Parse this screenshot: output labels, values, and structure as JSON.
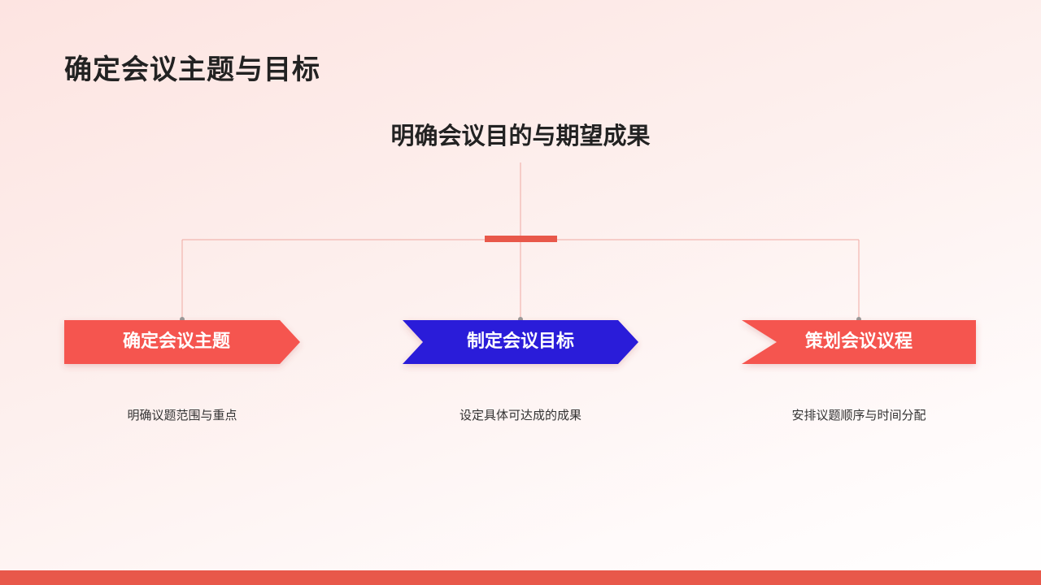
{
  "page": {
    "title": "确定会议主题与目标"
  },
  "diagram": {
    "root": "明确会议目的与期望成果",
    "nodes": [
      {
        "label": "确定会议主题",
        "description": "明确议题范围与重点",
        "color": "#f55450"
      },
      {
        "label": "制定会议目标",
        "description": "设定具体可达成的成果",
        "color": "#2b1ed9"
      },
      {
        "label": "策划会议议程",
        "description": "安排议题顺序与时间分配",
        "color": "#f55450"
      }
    ]
  },
  "colors": {
    "accent": "#e8584a",
    "connector": "#f0a9a2",
    "dot": "#9a9a9a",
    "bottom_bar": "#e8584a"
  }
}
